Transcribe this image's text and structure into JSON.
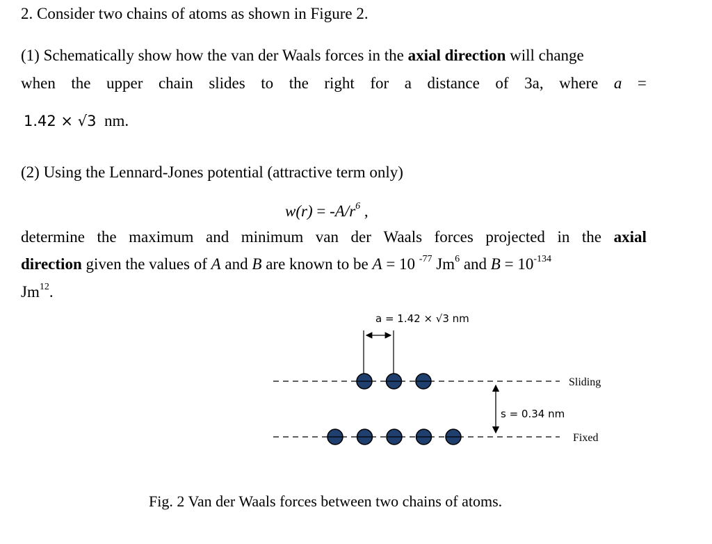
{
  "question": {
    "heading": "2. Consider two chains of atoms as shown in Figure 2.",
    "p1": {
      "l1a": "(1) Schematically show how the van der Waals forces in the ",
      "l1b": "axial direction",
      "l1c": " will change",
      "l2_words": [
        "when",
        "the",
        "upper",
        "chain",
        "slides",
        "to",
        "the",
        "right",
        "for",
        "a",
        "distance",
        "of"
      ],
      "l2_dist": "3a,",
      "l2_where": "where",
      "l2_a": "a",
      "l2_eq": "=",
      "l3": "1.42 × √3",
      "l3_unit": "nm."
    },
    "p2": {
      "l1": "(2) Using the Lennard-Jones potential (attractive term only)",
      "formula_w": "w(r)",
      "formula_eq": " = -",
      "formula_A": "A/r",
      "formula_exp": "6",
      "formula_tail": " ,",
      "l3_words": [
        "determine",
        "the",
        "maximum",
        "and",
        "minimum",
        "van",
        "der",
        "Waals",
        "forces",
        "projected",
        "in",
        "the"
      ],
      "l3_bold": "axial",
      "l4a": "direction",
      "l4b": " given the values of ",
      "l4c": "A",
      "l4d": " and ",
      "l4e": "B",
      "l4f": " are known to be ",
      "l4g": "A",
      "l4h": " = 10 ",
      "l4i": "-77",
      "l4j": " Jm",
      "l4k": "6",
      "l4l": " and ",
      "l4m": "B",
      "l4n": " = 10",
      "l4o": "-134",
      "l5a": "Jm",
      "l5b": "12",
      "l5c": "."
    }
  },
  "figure": {
    "a_label": "a = 1.42 × √3 nm",
    "s_label": "s = 0.34 nm",
    "sliding_label": "Sliding",
    "fixed_label": "Fixed",
    "upper_chain_atoms": 3,
    "lower_chain_atoms": 5,
    "atom_color": "#1f3f6e",
    "caption": "Fig. 2 Van der Waals forces between two chains of atoms."
  }
}
